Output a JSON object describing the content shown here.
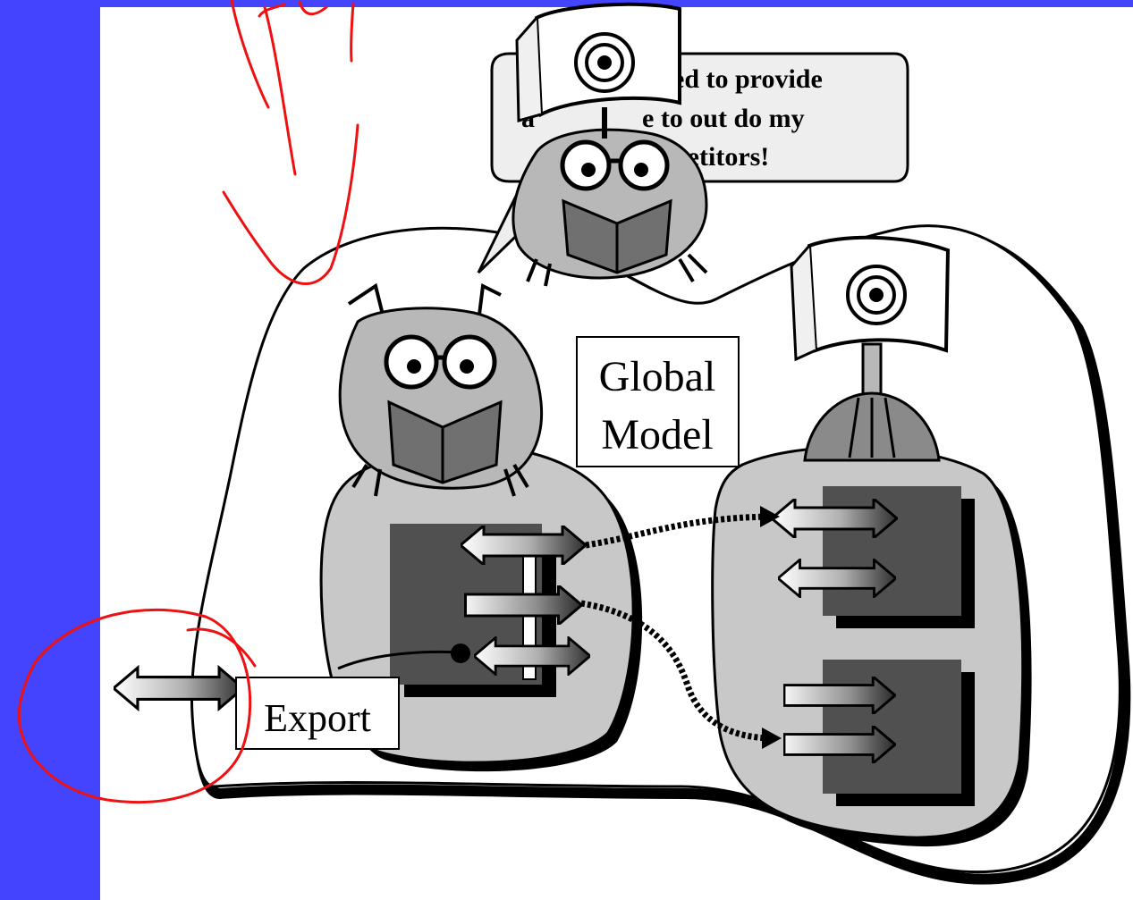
{
  "colors": {
    "accent": "#4444ff",
    "blob_fill": "#c8c8c8",
    "component_dark": "#505050",
    "ink": "#000000",
    "annotation": "#ee1111"
  },
  "bubble_text": {
    "line1": "ed to provide",
    "line1_prefix": "a",
    "line2_prefix": "a",
    "line2": "e to out do my",
    "line3": "petitors!"
  },
  "global_model": {
    "line1": "Global",
    "line2": "Model"
  },
  "export_label": "Export",
  "icons": [
    "owl-reading-icon",
    "camera-target-icon",
    "double-arrow-icon",
    "right-arrow-icon"
  ]
}
